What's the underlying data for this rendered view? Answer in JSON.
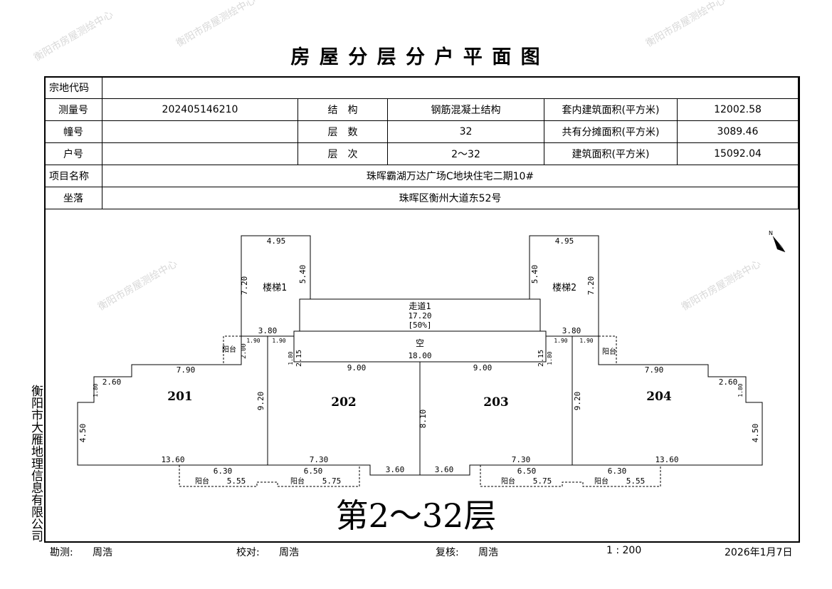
{
  "title": "房 屋 分 层 分 户 平 面 图",
  "watermark": "衡阳市房屋测绘中心",
  "info": {
    "parcel_code_label": "宗地代码",
    "parcel_code": "",
    "survey_no_label": "测量号",
    "survey_no": "202405146210",
    "structure_label": "结　构",
    "structure": "钢筋混凝土结构",
    "inner_area_label": "套内建筑面积(平方米)",
    "inner_area": "12002.58",
    "building_no_label": "幢号",
    "building_no": "",
    "floors_label": "层　数",
    "floors": "32",
    "shared_area_label": "共有分摊面积(平方米)",
    "shared_area": "3089.46",
    "unit_no_label": "户号",
    "unit_no": "",
    "floor_range_label": "层　次",
    "floor_range": "2～32",
    "building_area_label": "建筑面积(平方米)",
    "building_area": "15092.04",
    "project_label": "项目名称",
    "project": "珠晖霸湖万达广场C地块住宅二期10#",
    "location_label": "坐落",
    "location": "珠晖区衡州大道东52号"
  },
  "plan": {
    "north": "N",
    "labels": [
      "4.95",
      "7.20",
      "5.40",
      "楼梯1",
      "3.80",
      "1.90",
      "1.90",
      "2.00",
      "阳台",
      "7.90",
      "2.60",
      "1.80",
      "4.50",
      "201",
      "9.20",
      "13.60",
      "7.30",
      "6.30",
      "阳台",
      "5.55",
      "6.50",
      "阳台",
      "5.75",
      "3.60",
      "202",
      "9.00",
      "2.15",
      "1.80",
      "走道1",
      "17.20",
      "[50%]",
      "空",
      "18.00",
      "8.10",
      "4.95",
      "5.40",
      "7.20",
      "楼梯2",
      "3.80",
      "1.90",
      "1.90",
      "阳台",
      "7.90",
      "2.60",
      "1.80",
      "4.50",
      "204",
      "9.20",
      "13.60",
      "7.30",
      "6.30",
      "阳台",
      "5.55",
      "6.50",
      "阳台",
      "5.75",
      "3.60",
      "203",
      "9.00",
      "2.15",
      "1.80"
    ]
  },
  "floor_label": "第2～32层",
  "company": "衡阳市大雁地理信息有限公司",
  "footer": {
    "surveyor_label": "勘测:",
    "surveyor": "周浩",
    "checker_label": "校对:",
    "checker": "周浩",
    "reviewer_label": "复核:",
    "reviewer": "周浩",
    "scale": "1 : 200",
    "date": "2026年1月7日"
  }
}
